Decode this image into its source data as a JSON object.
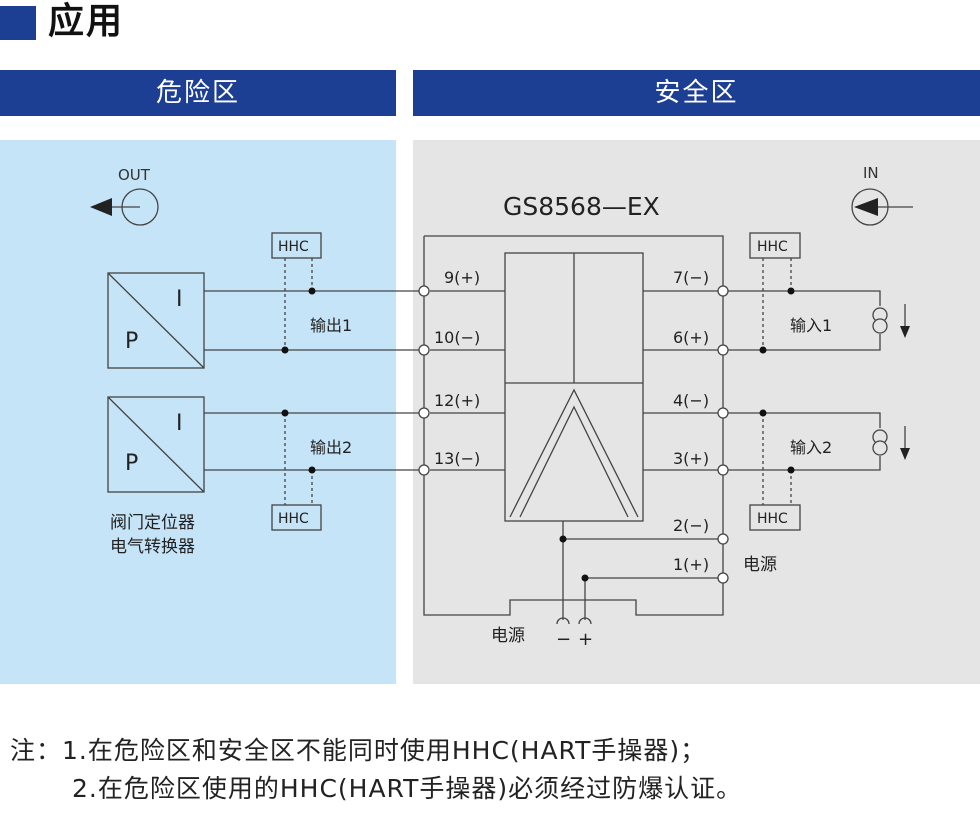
{
  "heading": "应用",
  "zones": {
    "hazard": "危险区",
    "safe": "安全区"
  },
  "diagram": {
    "model": "GS8568—EX",
    "out_label": "OUT",
    "in_label": "IN",
    "hhc": "HHC",
    "converter": {
      "p": "P",
      "i": "I"
    },
    "converter_caption": [
      "阀门定位器",
      "电气转换器"
    ],
    "outputs": [
      "输出1",
      "输出2"
    ],
    "inputs": [
      "输入1",
      "输入2"
    ],
    "terminals_left": [
      "9(+)",
      "10(−)",
      "12(+)",
      "13(−)"
    ],
    "terminals_right": [
      "7(−)",
      "6(+)",
      "4(−)",
      "3(+)",
      "2(−)",
      "1(+)"
    ],
    "power_label": "电源",
    "power_bottom_label": "电源",
    "minus": "−",
    "plus": "+"
  },
  "notes": [
    "注：1.在危险区和安全区不能同时使用HHC(HART手操器)；",
    "2.在危险区使用的HHC(HART手操器)必须经过防爆认证。"
  ],
  "colors": {
    "brand_blue": "#1c3f94",
    "hazard_bg": "#c5e4f7",
    "safe_bg": "#e5e5e5"
  }
}
